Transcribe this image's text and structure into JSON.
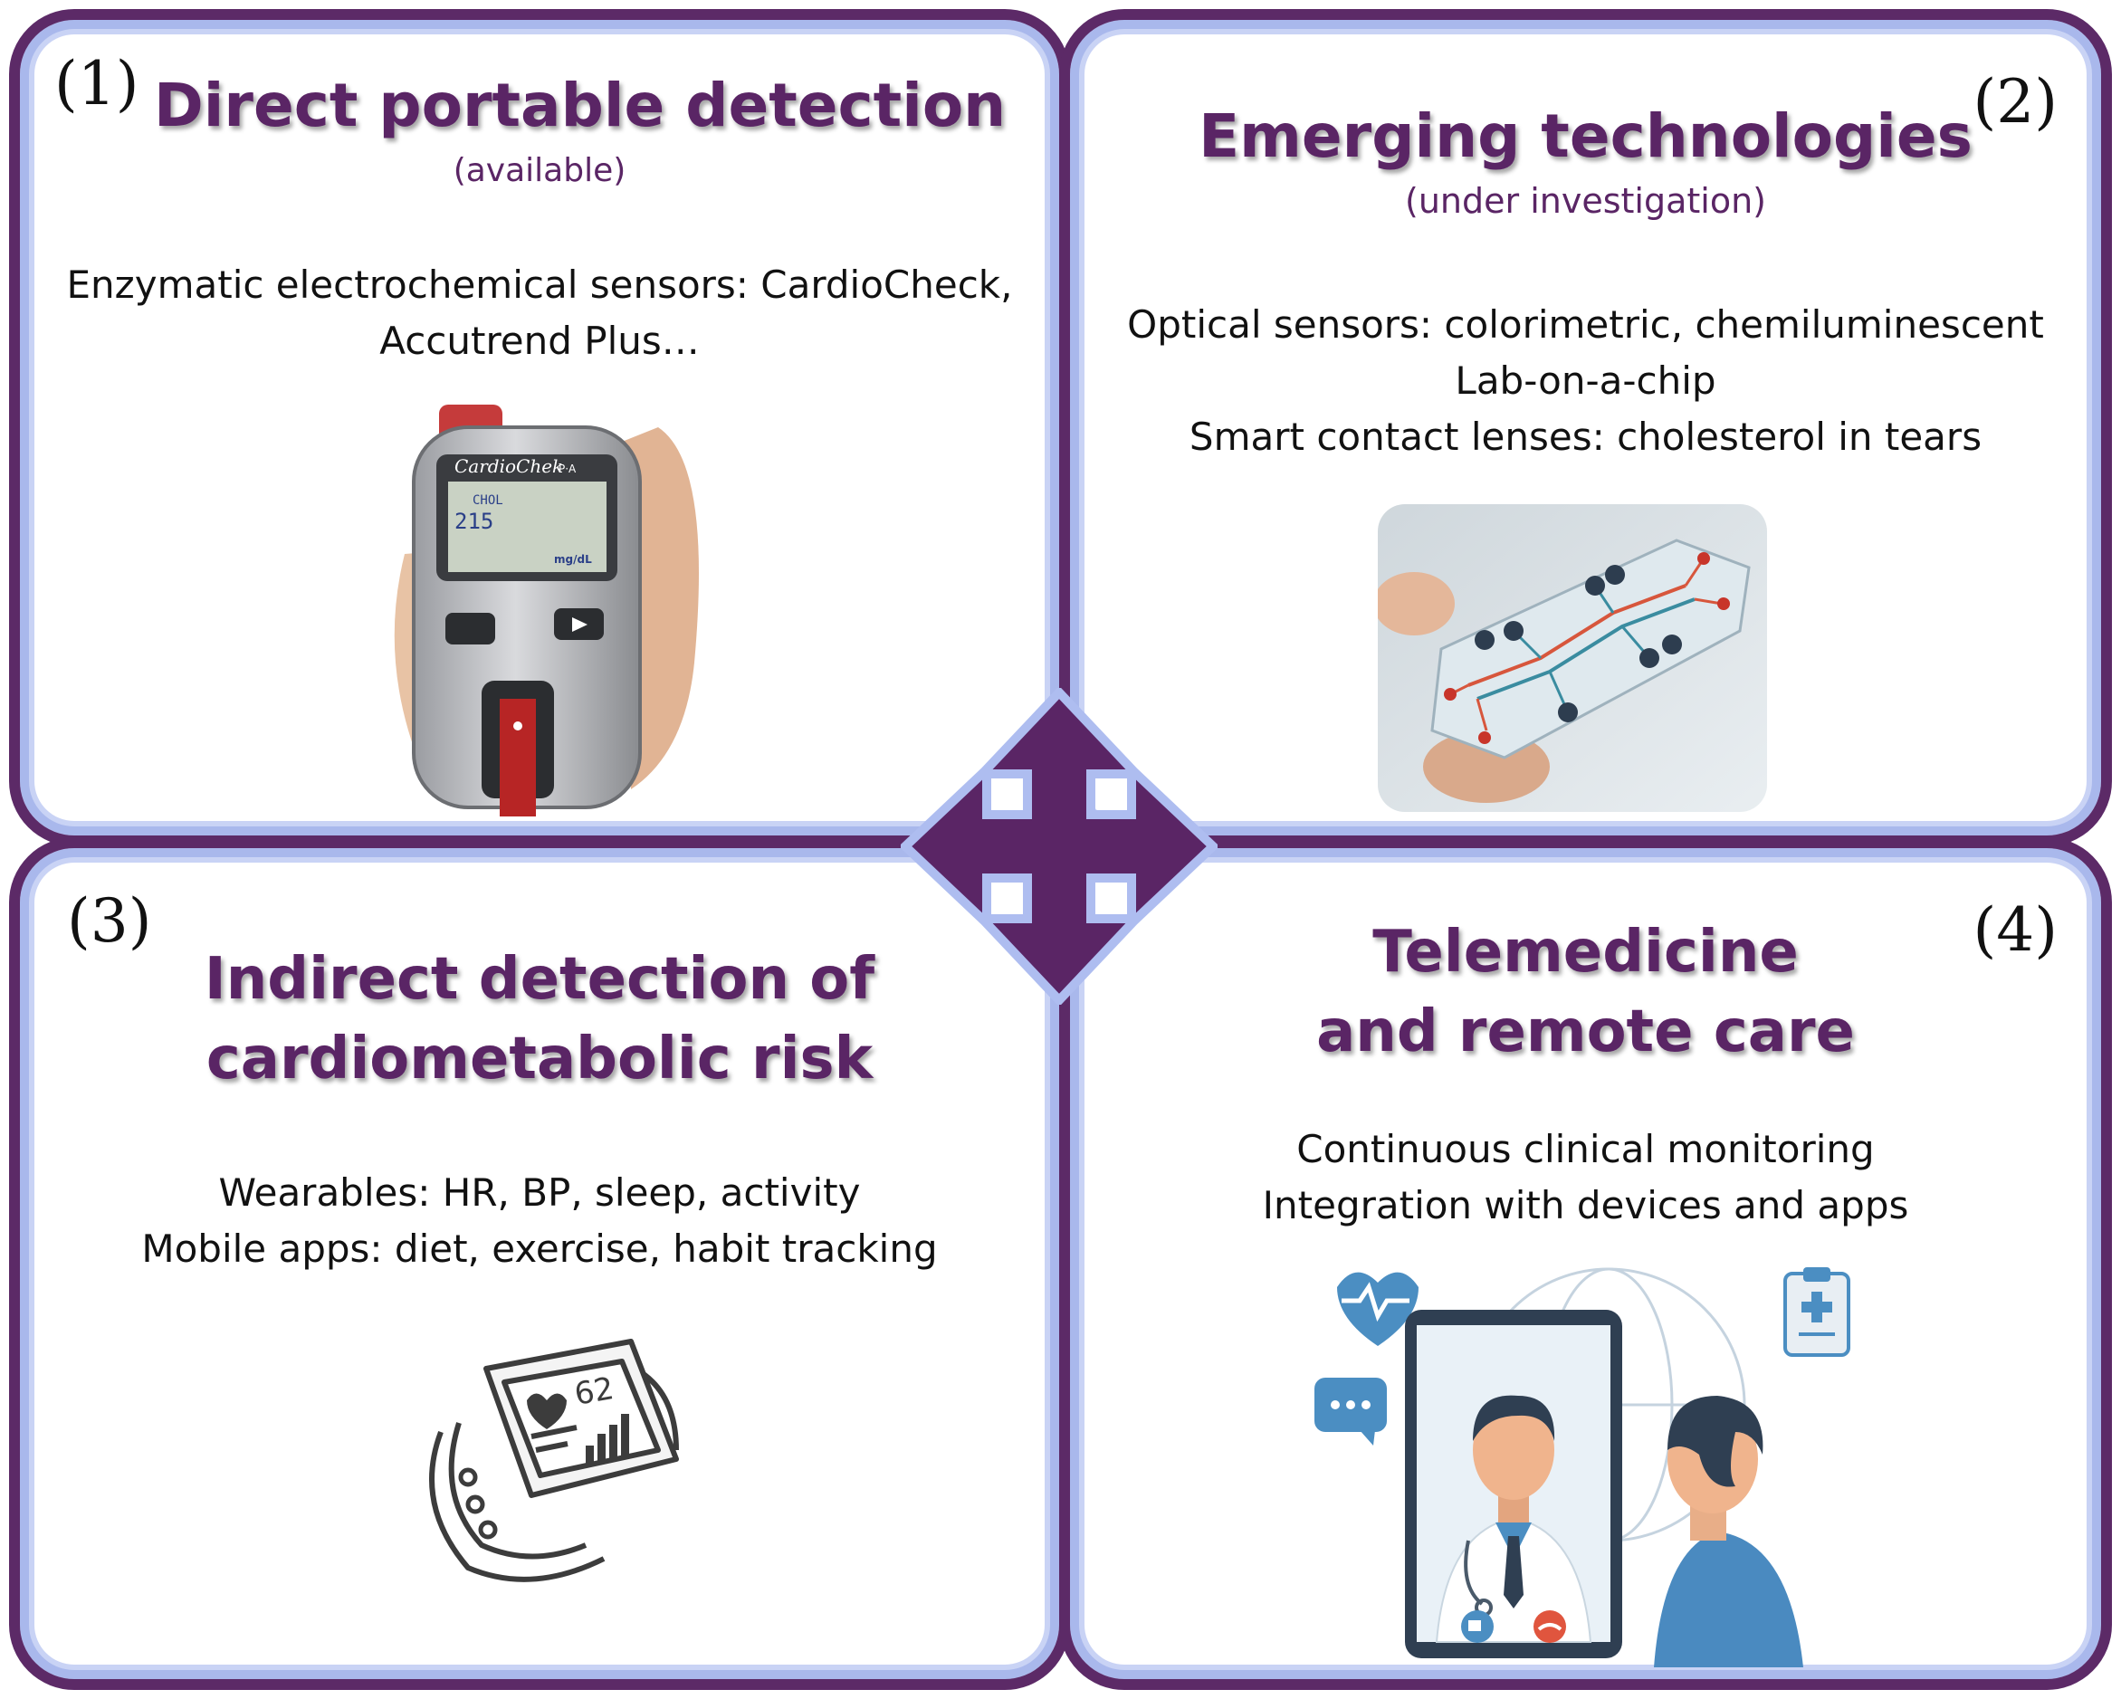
{
  "panels": [
    {
      "number": "(1)",
      "title": "Direct portable detection",
      "subtitle": "(available)",
      "lines": [
        "Enzymatic electrochemical sensors: CardioCheck,",
        "Accutrend Plus…"
      ],
      "device": {
        "brand": "CardioChek",
        "model": "P·A",
        "analyte": "CHOL",
        "value": "215",
        "unit": "mg/dL"
      }
    },
    {
      "number": "(2)",
      "title": "Emerging technologies",
      "subtitle": "(under investigation)",
      "lines": [
        "Optical sensors: colorimetric, chemiluminescent",
        "Lab-on-a-chip",
        "Smart contact lenses: cholesterol in tears"
      ]
    },
    {
      "number": "(3)",
      "title_lines": [
        "Indirect detection of",
        "cardiometabolic risk"
      ],
      "lines": [
        "Wearables: HR, BP, sleep, activity",
        "Mobile apps: diet, exercise, habit tracking"
      ],
      "watch_value": "62"
    },
    {
      "number": "(4)",
      "title_lines": [
        "Telemedicine",
        "and remote care"
      ],
      "lines": [
        "Continuous clinical monitoring",
        "Integration with devices and apps"
      ]
    }
  ],
  "colors": {
    "accent": "#5a2565",
    "border": "#5c2a67",
    "glow": "#a9b8ec"
  }
}
